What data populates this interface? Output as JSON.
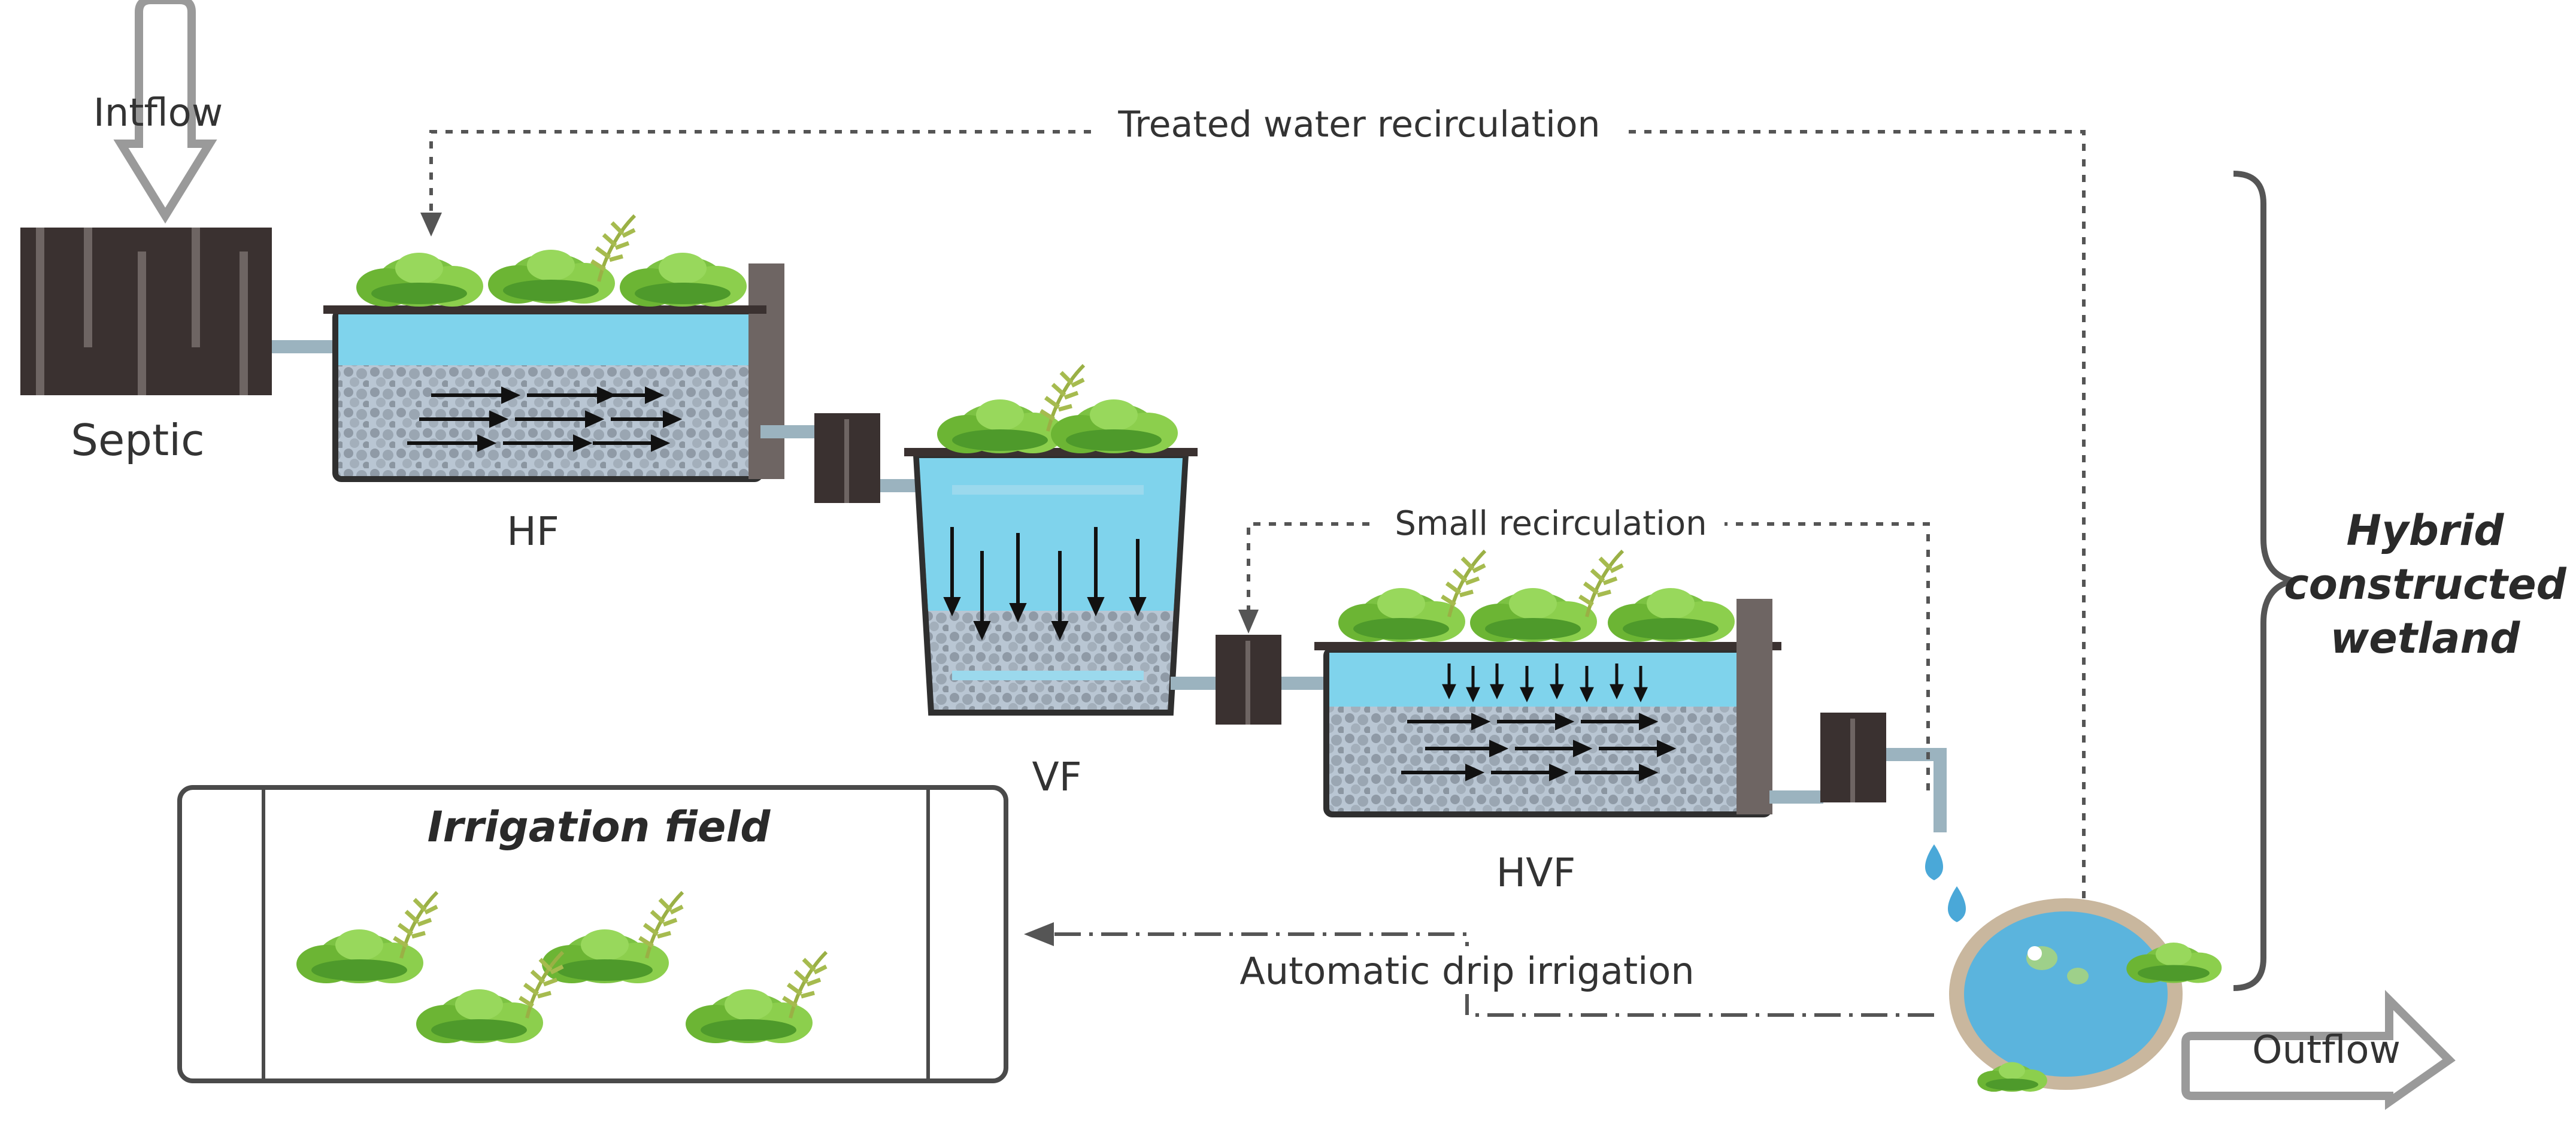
{
  "labels": {
    "inflow": "Intflow",
    "septic": "Septic",
    "hf": "HF",
    "vf": "VF",
    "hvf": "HVF",
    "treated_recirculation": "Treated water recirculation",
    "small_recirculation": "Small recirculation",
    "drip_irrigation": "Automatic drip irrigation",
    "irrigation_field": "Irrigation field",
    "outflow": "Outflow",
    "hybrid_line1": "Hybrid",
    "hybrid_line2": "constructed",
    "hybrid_line3": "wetland"
  },
  "colors": {
    "water": "#7fd3ec",
    "water_dark": "#5bbfe0",
    "gravel": "#aebccb",
    "tank_outline": "#2f2f2f",
    "plant_green": "#7cc243",
    "plant_dark": "#4e9a2b",
    "box_dark": "#3a3130",
    "pipe": "#9bb3bf",
    "wall": "#6e6563"
  },
  "icons": [
    "inflow-arrow-icon",
    "outflow-arrow-icon",
    "water-drop-icon",
    "plant-icon",
    "pond-icon"
  ]
}
